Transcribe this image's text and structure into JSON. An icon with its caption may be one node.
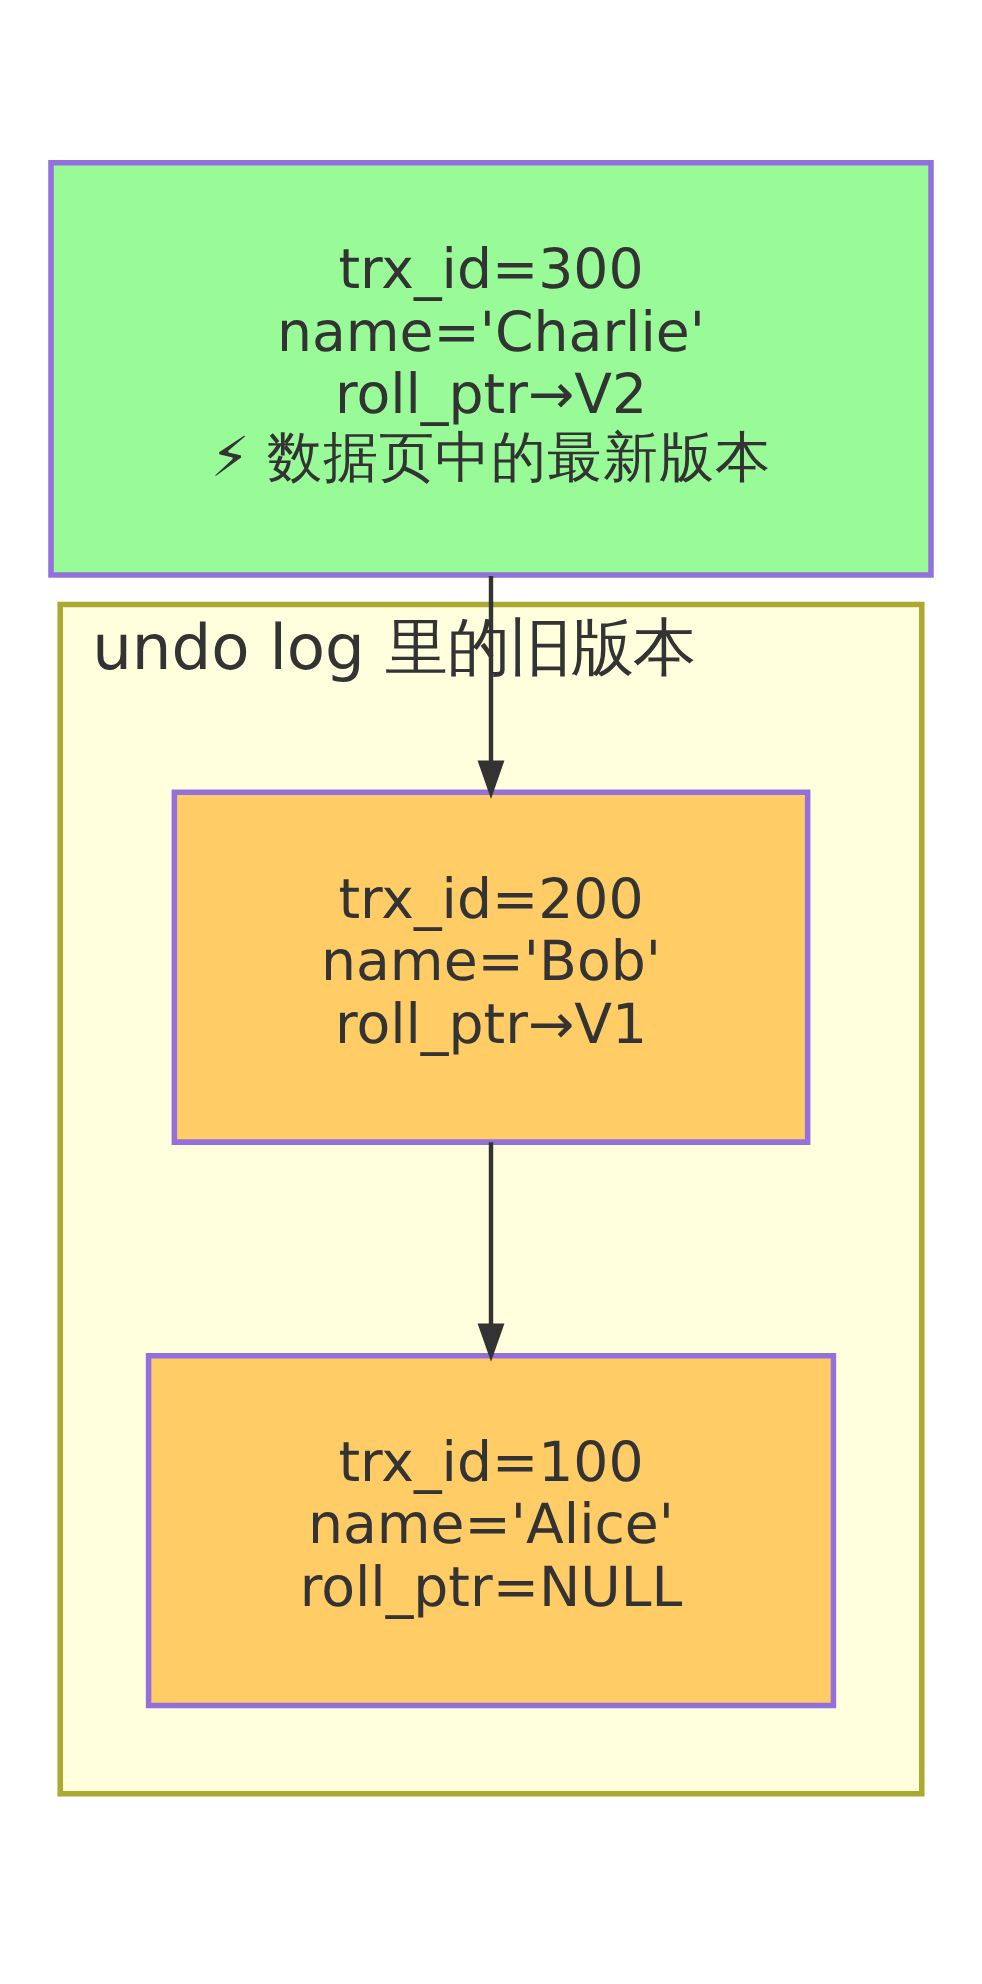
{
  "diagram": {
    "nodes": [
      {
        "text": [
          "trx_id=300",
          "name='Charlie'",
          "roll_ptr→V2",
          "⚡ 数据页中的最新版本"
        ]
      },
      {
        "text": [
          "undo log 里的旧版本"
        ]
      },
      {
        "text": [
          "trx_id=200",
          "name='Bob'",
          "roll_ptr→V1"
        ],
        "in": 1
      },
      {
        "text": [
          "trx_id=100",
          "name='Alice'",
          "roll_ptr=NULL"
        ],
        "in": 1
      }
    ],
    "edges": [
      {
        "from": 0,
        "to": 2,
        "arrow": "to"
      },
      {
        "from": 2,
        "to": 3,
        "arrow": "to"
      }
    ]
  }
}
